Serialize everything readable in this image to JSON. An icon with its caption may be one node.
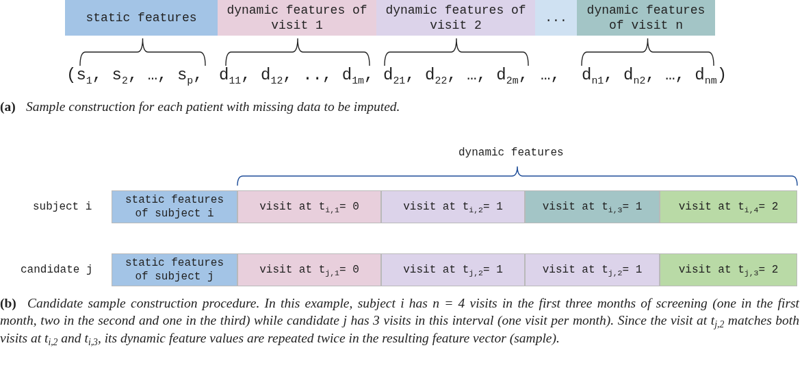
{
  "diagram": {
    "nodes": [
      {
        "text": [
          "static features"
        ]
      },
      {
        "text": [
          "dynamic features of visit 1"
        ]
      },
      {
        "text": [
          "dynamic features of visit 2"
        ]
      },
      {
        "text": [
          "..."
        ]
      },
      {
        "text": [
          "dynamic features of visit n"
        ]
      },
      {
        "text": [
          "static features of subject i"
        ]
      },
      {
        "text": [
          "visit at t$_{i,1}$= 0"
        ]
      },
      {
        "text": [
          "visit at t$_{i,2}$= 1"
        ]
      },
      {
        "text": [
          "visit at t$_{i,3}$= 1"
        ]
      },
      {
        "text": [
          "visit at t$_{i,4}$= 2"
        ]
      },
      {
        "text": [
          "static features of subject j"
        ]
      },
      {
        "text": [
          "visit at t$_{j,1}$= 0"
        ]
      },
      {
        "text": [
          "visit at t$_{j,2}$= 1"
        ]
      },
      {
        "text": [
          "visit at t$_{j,2}$= 1"
        ]
      },
      {
        "text": [
          "visit at t$_{j,3}$= 2"
        ]
      }
    ],
    "edges": [],
    "labels": [
      "(s$_{1}$, s$_{2}$, …, s$_{p}$,",
      "d$_{11}$, d$_{12}$, .., d$_{1m}$,",
      "d$_{21}$, d$_{22}$, …, d$_{2m}$,",
      "…,",
      "d$_{n1}$, d$_{n2}$, …, d$_{nm}$)",
      "(a)",
      "Sample construction for each patient with missing data to be imputed.",
      "dynamic features",
      "subject i",
      "candidate j",
      "(b)",
      "Candidate sample construction procedure. In this example, subject i has n = 4 visits in the first three months of screening (one in the first month, two in the second and one in the third) while candidate j has 3 visits in this interval (one visit per month). Since the visit at t$_{j,2}$ matches both visits at t$_{i,2}$ and t$_{i,3}$, its dynamic feature values are repeated twice in the resulting feature vector (sample)."
    ]
  }
}
